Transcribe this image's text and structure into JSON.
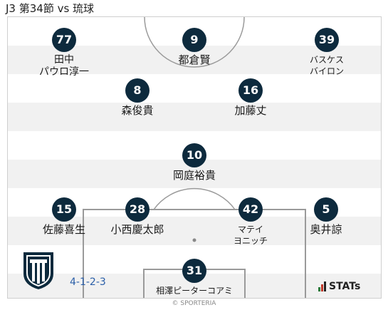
{
  "title": "J3 第34節 vs 琉球",
  "formation": "4-1-2-3",
  "copyright": "© SPORTERIA",
  "stats_logo": "STATs",
  "colors": {
    "player_circle": "#0d2a3d",
    "formation_text": "#2a5ea8",
    "stripe": "#f1f1f1"
  },
  "players": [
    {
      "number": "77",
      "name": "田中\nパウロ淳一"
    },
    {
      "number": "9",
      "name": "都倉賢"
    },
    {
      "number": "39",
      "name": "バスケス\nバイロン"
    },
    {
      "number": "8",
      "name": "森俊貴"
    },
    {
      "number": "16",
      "name": "加藤丈"
    },
    {
      "number": "10",
      "name": "岡庭裕貴"
    },
    {
      "number": "15",
      "name": "佐藤喜生"
    },
    {
      "number": "28",
      "name": "小西慶太郎"
    },
    {
      "number": "42",
      "name": "マテイ\nヨニッチ"
    },
    {
      "number": "5",
      "name": "奥井諒"
    },
    {
      "number": "31",
      "name": "相澤ピーターコアミ"
    }
  ]
}
